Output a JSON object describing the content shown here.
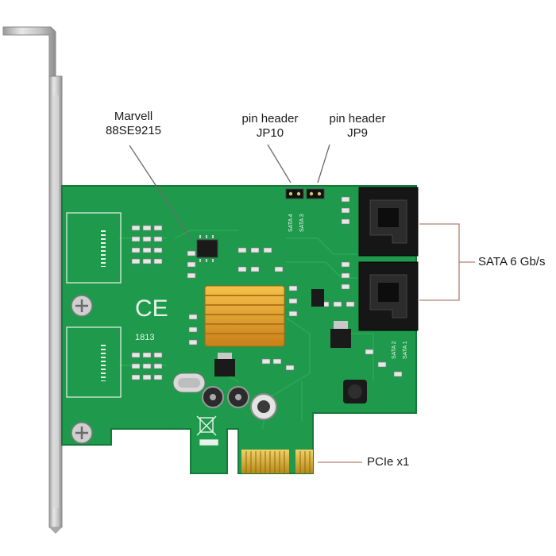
{
  "annotations": {
    "chip": {
      "line1": "Marvell",
      "line2": "88SE9215"
    },
    "jp10": {
      "line1": "pin header",
      "line2": "JP10"
    },
    "jp9": {
      "line1": "pin header",
      "line2": "JP9"
    },
    "sata": {
      "label": "SATA 6 Gb/s"
    },
    "pcie": {
      "label": "PCIe x1"
    }
  },
  "board_markings": {
    "ce": "CE",
    "date_code": "1813",
    "sata_port_labels": [
      "SATA 4",
      "SATA 3",
      "SATA 2",
      "SATA 1"
    ]
  },
  "colors": {
    "pcb": "#1f9a4c",
    "pcb_dark": "#137a38",
    "bracket": "#c9c9c9",
    "heatsink": "#e0a020",
    "connector": "#161616",
    "gold": "#d9b030",
    "leader": "#6a6a6a",
    "bracket_line": "#b08070"
  }
}
